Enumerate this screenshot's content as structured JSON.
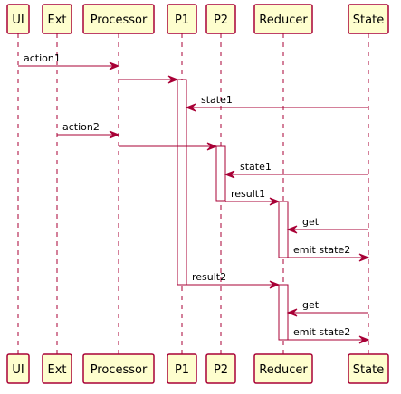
{
  "participants": [
    {
      "id": "ui",
      "label": "UI"
    },
    {
      "id": "ext",
      "label": "Ext"
    },
    {
      "id": "processor",
      "label": "Processor"
    },
    {
      "id": "p1",
      "label": "P1"
    },
    {
      "id": "p2",
      "label": "P2"
    },
    {
      "id": "reducer",
      "label": "Reducer"
    },
    {
      "id": "state",
      "label": "State"
    }
  ],
  "messages": [
    {
      "from": "ui",
      "to": "processor",
      "label": "action1"
    },
    {
      "from": "processor",
      "to": "p1",
      "label": ""
    },
    {
      "from": "state",
      "to": "p1",
      "label": "state1"
    },
    {
      "from": "ext",
      "to": "processor",
      "label": "action2"
    },
    {
      "from": "processor",
      "to": "p2",
      "label": ""
    },
    {
      "from": "state",
      "to": "p2",
      "label": "state1"
    },
    {
      "from": "p2",
      "to": "reducer",
      "label": "result1"
    },
    {
      "from": "state",
      "to": "reducer",
      "label": "get"
    },
    {
      "from": "reducer",
      "to": "state",
      "label": "emit state2"
    },
    {
      "from": "p1",
      "to": "reducer",
      "label": "result2"
    },
    {
      "from": "state",
      "to": "reducer",
      "label": "get"
    },
    {
      "from": "reducer",
      "to": "state",
      "label": "emit state2"
    }
  ],
  "colors": {
    "box_fill": "#FEFECE",
    "line": "#A80036"
  }
}
